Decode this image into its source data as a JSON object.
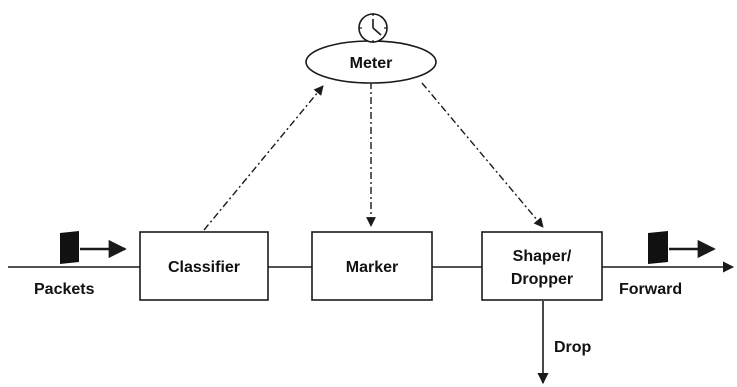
{
  "diagram": {
    "nodes": {
      "meter": "Meter",
      "classifier": "Classifier",
      "marker": "Marker",
      "shaper_line1": "Shaper/",
      "shaper_line2": "Dropper"
    },
    "edge_labels": {
      "packets": "Packets",
      "forward": "Forward",
      "drop": "Drop"
    },
    "icons": [
      "clock-icon",
      "packet-icon"
    ],
    "colors": {
      "stroke": "#1a1a1a",
      "background": "#ffffff"
    }
  }
}
